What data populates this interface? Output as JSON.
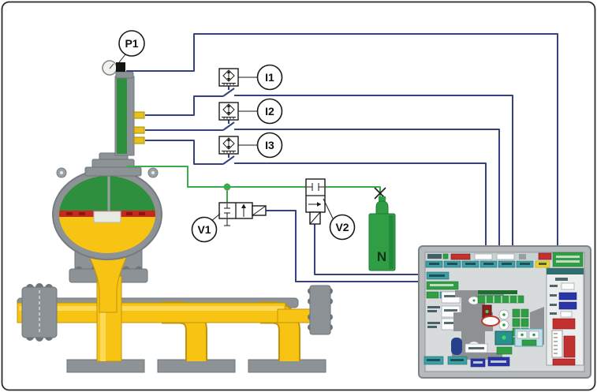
{
  "labels": {
    "p1": "P1",
    "i1": "I1",
    "i2": "I2",
    "i3": "I3",
    "v1": "V1",
    "v2": "V2",
    "n": "N"
  },
  "colors": {
    "line_blue": "#35427E",
    "line_green": "#3BAC4B",
    "pipe_yellow": "#F7C413",
    "pipe_dark": "#C2920C",
    "metal_gray": "#8D9296",
    "metal_dark": "#6E7477",
    "actuator_green": "#2E8F3F",
    "band_red": "#C8271D",
    "bottle_green": "#2F9E44",
    "hmi_frame": "#B6BABC",
    "hmi_screen": "#D8DBDC",
    "hmi_teal": "#3E9FA4",
    "hmi_green": "#2F9E44",
    "hmi_blue": "#2A35A8",
    "hmi_red": "#C23030",
    "hmi_yellow": "#E8D22B"
  },
  "components": {
    "p1": "pressure-gauge-on-valve-stem",
    "i1": "position-switch-transmitter",
    "i2": "position-switch-transmitter",
    "i3": "position-switch-transmitter",
    "v1": "solenoid-pilot-valve-horizontal",
    "v2": "solenoid-pilot-valve-vertical",
    "n": "nitrogen-supply-bottle",
    "valve": "pilot-operated-relief-valve-on-flare-manifold",
    "hmi": "scada-touchscreen-panel"
  },
  "hmi_structure": {
    "tab_count": 7,
    "has_alarm_button": true,
    "has_bargraph": true,
    "bottom_button_count": 4
  }
}
